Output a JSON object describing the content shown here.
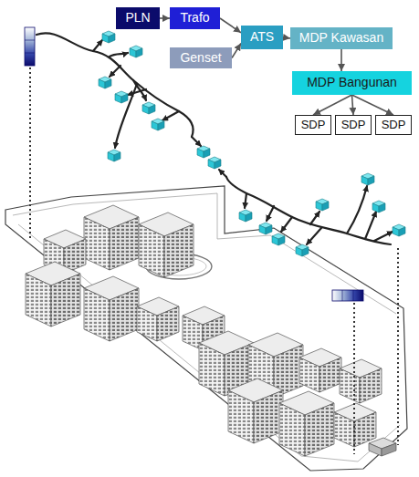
{
  "diagram": {
    "nodes": [
      {
        "text": [
          "PLN"
        ]
      },
      {
        "text": [
          "Trafo"
        ]
      },
      {
        "text": [
          "Genset"
        ]
      },
      {
        "text": [
          "ATS"
        ]
      },
      {
        "text": [
          "MDP Kawasan"
        ]
      },
      {
        "text": [
          "MDP Bangunan"
        ]
      },
      {
        "text": [
          "SDP"
        ]
      },
      {
        "text": [
          "SDP"
        ]
      },
      {
        "text": [
          "SDP"
        ]
      }
    ],
    "edges": [
      {
        "from": 0,
        "to": 1,
        "arrow": "to"
      },
      {
        "from": 1,
        "to": 3,
        "arrow": "to"
      },
      {
        "from": 2,
        "to": 3,
        "arrow": "to"
      },
      {
        "from": 3,
        "to": 4,
        "arrow": "to"
      },
      {
        "from": 4,
        "to": 5,
        "arrow": "to"
      },
      {
        "from": 5,
        "to": 6,
        "arrow": "to"
      },
      {
        "from": 5,
        "to": 7,
        "arrow": "to"
      },
      {
        "from": 5,
        "to": 8,
        "arrow": "to"
      }
    ]
  }
}
